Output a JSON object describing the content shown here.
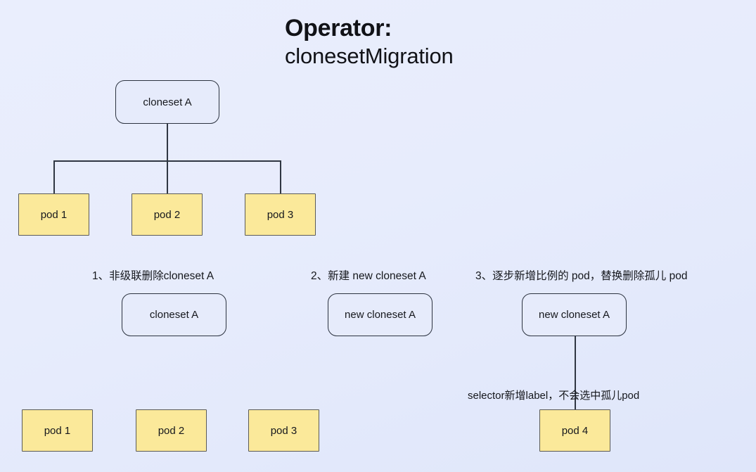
{
  "title": {
    "line1": "Operator:",
    "line2": "clonesetMigration"
  },
  "colors": {
    "background_top": "#eaeefd",
    "background_bottom": "#dfe6fa",
    "pod_fill": "#fbe99a",
    "pod_border": "#5b5b57",
    "cloneset_fill": "#e6ebfb",
    "cloneset_border": "#2c3340",
    "line": "#2f3642",
    "text": "#15171c"
  },
  "top_section": {
    "root": {
      "label": "cloneset A",
      "shape": "rounded-rect"
    },
    "children": [
      {
        "label": "pod 1",
        "shape": "rect"
      },
      {
        "label": "pod 2",
        "shape": "rect"
      },
      {
        "label": "pod 3",
        "shape": "rect"
      }
    ]
  },
  "steps": [
    {
      "index": "1",
      "caption": "1、非级联删除cloneset A",
      "node": {
        "label": "cloneset A",
        "shape": "rounded-rect"
      },
      "pod": {
        "label": "pod 1",
        "shape": "rect"
      },
      "connected": false
    },
    {
      "index": "2",
      "caption": "2、新建 new cloneset A",
      "node": {
        "label": "new cloneset A",
        "shape": "rounded-rect"
      },
      "pod": {
        "label": "pod 2",
        "shape": "rect"
      },
      "connected": false
    },
    {
      "index": "3",
      "caption": "3、逐步新增比例的 pod，替换删除孤儿 pod",
      "node": {
        "label": "new cloneset A",
        "shape": "rounded-rect"
      },
      "pod": {
        "label": "pod 3",
        "shape": "rect"
      },
      "connected": false
    }
  ],
  "step3_detail": {
    "annotation": "selector新增label，不会选中孤儿pod",
    "new_pod": {
      "label": "pod 4",
      "shape": "rect"
    },
    "connected": true
  }
}
